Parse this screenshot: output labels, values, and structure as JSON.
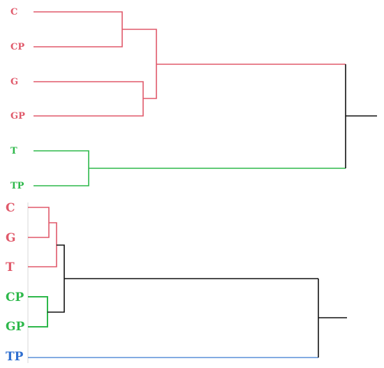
{
  "dendrogram_top": {
    "leaves": [
      {
        "label": "C",
        "color": "#e0596a"
      },
      {
        "label": "CP",
        "color": "#e0596a"
      },
      {
        "label": "G",
        "color": "#e0596a"
      },
      {
        "label": "GP",
        "color": "#e0596a"
      },
      {
        "label": "T",
        "color": "#2db84a"
      },
      {
        "label": "TP",
        "color": "#2db84a"
      }
    ],
    "link_colors": {
      "cluster_1": "#e0596a",
      "cluster_2": "#2db84a",
      "root": "#111111"
    }
  },
  "dendrogram_bottom": {
    "leaves": [
      {
        "label": "C",
        "color": "#e0596a"
      },
      {
        "label": "G",
        "color": "#e0596a"
      },
      {
        "label": "T",
        "color": "#e0596a"
      },
      {
        "label": "CP",
        "color": "#2db84a"
      },
      {
        "label": "GP",
        "color": "#2db84a"
      },
      {
        "label": "TP",
        "color": "#2f6fd0"
      }
    ],
    "link_colors": {
      "cluster_1": "#e0596a",
      "cluster_2": "#2db84a",
      "cluster_3": "#5a8fd8",
      "root": "#111111"
    }
  }
}
